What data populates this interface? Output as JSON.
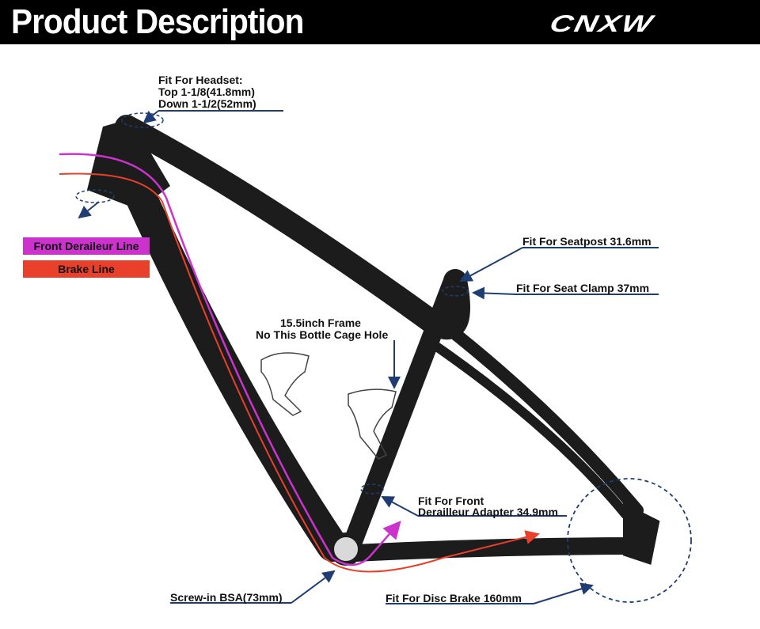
{
  "header": {
    "title": "Product Description",
    "brand": "CNXW"
  },
  "legend": {
    "front_derailleur": "Front Deraileur Line",
    "brake": "Brake Line"
  },
  "colors": {
    "header_bg": "#000000",
    "front_derailleur_line": "#cc33cc",
    "brake_line": "#e8402a",
    "leader": "#1f3d73",
    "frame": "#1c1c1c"
  },
  "specs": {
    "headset_title": "Fit For Headset:",
    "headset_top": "Top 1-1/8(41.8mm)",
    "headset_down": "Down 1-1/2(52mm)",
    "seatpost": "Fit For Seatpost 31.6mm",
    "seat_clamp": "Fit For Seat Clamp 37mm",
    "frame_size": "15.5inch Frame",
    "bottle_note": "No This Bottle Cage Hole",
    "derailleur_l1": "Fit For Front",
    "derailleur_l2": "Derailleur Adapter 34.9mm",
    "bsa": "Screw-in BSA(73mm)",
    "disc_brake": "Fit For Disc  Brake 160mm"
  }
}
